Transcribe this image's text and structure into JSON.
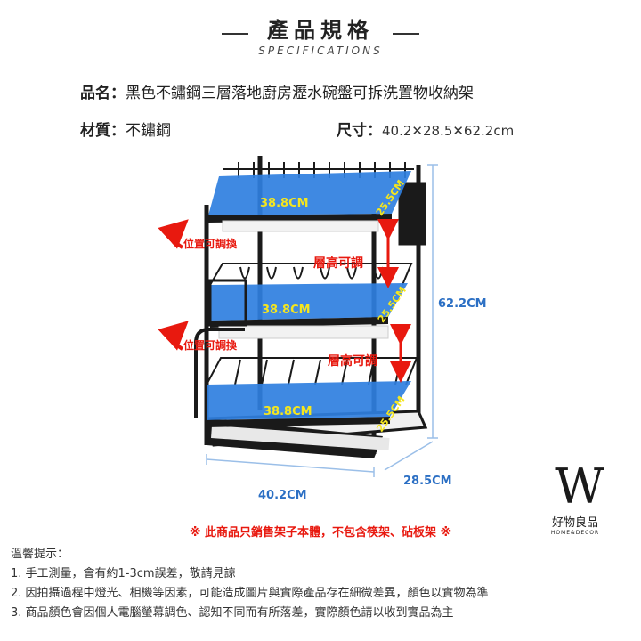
{
  "header": {
    "title": "產品規格",
    "subtitle": "SPECIFICATIONS"
  },
  "specs": {
    "name_label": "品名：",
    "name_value": "黑色不鏽鋼三層落地廚房瀝水碗盤可拆洗置物收納架",
    "material_label": "材質：",
    "material_value": "不鏽鋼",
    "size_label": "尺寸：",
    "size_value": "40.2✕28.5✕62.2cm"
  },
  "diagram": {
    "shelf_width": "38.8CM",
    "shelf_depth": "25.5CM",
    "total_height": "62.2CM",
    "base_width": "40.2CM",
    "base_depth": "28.5CM",
    "swap_label": "位置可調換",
    "height_adjust_label": "層高可調"
  },
  "brand": {
    "logo_letter": "W",
    "name": "好物良品",
    "tagline": "HOME&DECOR"
  },
  "notice": "※ 此商品只銷售架子本體，不包含筷架、砧板架 ※",
  "tips": {
    "heading": "溫馨提示：",
    "items": [
      "1. 手工測量，會有約1-3cm誤差，敬請見諒",
      "2. 因拍攝過程中燈光、相機等因素，可能造成圖片與實際產品存在細微差異，顏色以實物為準",
      "3.  商品顏色會因個人電腦螢幕調色、認知不同而有所落差，實際顏色請以收到實品為主"
    ]
  },
  "colors": {
    "accent_red": "#e8190f",
    "shelf_blue": "#2f7fe0",
    "dim_line": "#9bbfe8",
    "dim_text": "#2b6fc4",
    "label_yellow": "#f5e61e"
  }
}
